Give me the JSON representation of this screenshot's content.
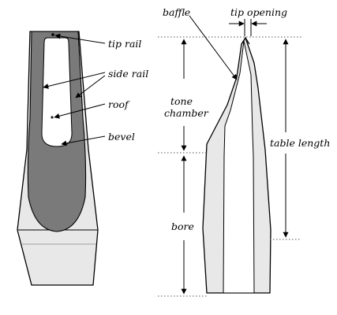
{
  "front_view": {
    "labels": {
      "tip_rail": "tip rail",
      "side_rail": "side rail",
      "roof": "roof",
      "bevel": "bevel"
    }
  },
  "side_view": {
    "labels": {
      "baffle": "baffle",
      "tip_opening": "tip opening",
      "tone_chamber_line1": "tone",
      "tone_chamber_line2": "chamber",
      "table_length": "table length",
      "bore": "bore"
    }
  },
  "colors": {
    "outline": "#000000",
    "body_fill": "#e8e8e8",
    "rail_fill": "#7a7a7a",
    "window_fill": "#ffffff",
    "dotted_guides": "#555555"
  }
}
